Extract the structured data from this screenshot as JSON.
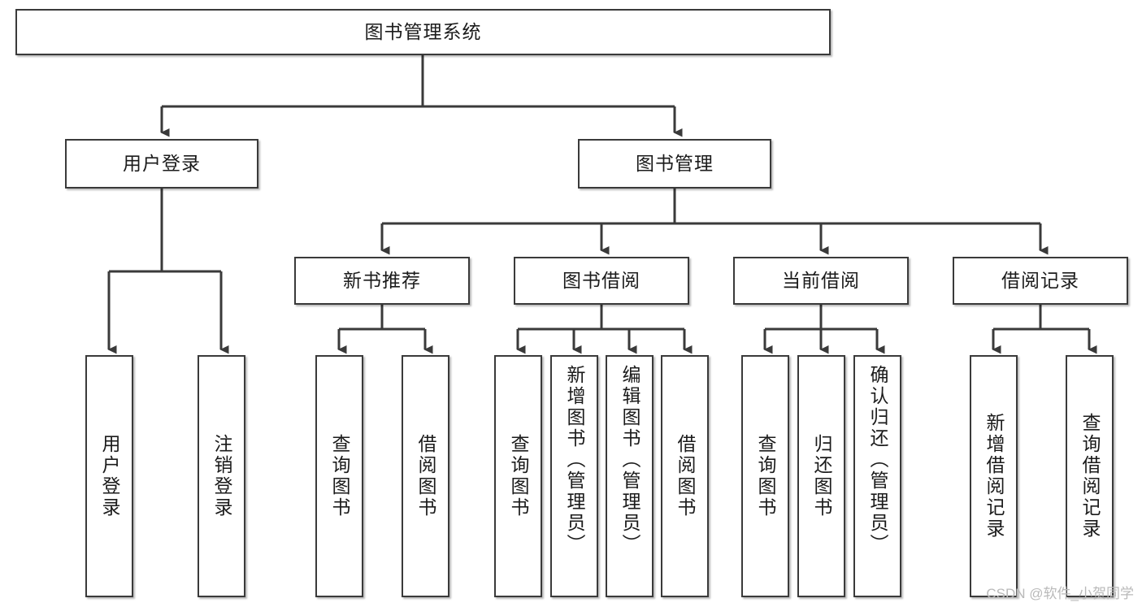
{
  "diagram": {
    "type": "tree-hierarchy",
    "title": "图书管理系统",
    "watermark": "CSDN @软件_小贺同学",
    "colors": {
      "box_border": "#3a3a3a",
      "box_fill": "#ffffff",
      "edge": "#3a3a3a",
      "text": "#1b1b1b",
      "watermark": "#b9b9b9"
    },
    "levels": {
      "root": "图书管理系统",
      "level2": [
        "用户登录",
        "图书管理"
      ],
      "level3": [
        "新书推荐",
        "图书借阅",
        "当前借阅",
        "借阅记录"
      ]
    },
    "nodes": {
      "root": {
        "label": "图书管理系统"
      },
      "login": {
        "label": "用户登录"
      },
      "book_mgmt": {
        "label": "图书管理"
      },
      "new_book_rec": {
        "label": "新书推荐"
      },
      "book_borrow": {
        "label": "图书借阅"
      },
      "current_borrow": {
        "label": "当前借阅"
      },
      "borrow_record": {
        "label": "借阅记录"
      },
      "leaf_login_1": {
        "label": "用户登录"
      },
      "leaf_login_2": {
        "label": "注销登录"
      },
      "leaf_rec_1": {
        "label": "查询图书"
      },
      "leaf_rec_2": {
        "label": "借阅图书"
      },
      "leaf_borrow_1": {
        "label": "查询图书"
      },
      "leaf_borrow_2": {
        "label": "新增图书（管理员）"
      },
      "leaf_borrow_3": {
        "label": "编辑图书（管理员）"
      },
      "leaf_borrow_4": {
        "label": "借阅图书"
      },
      "leaf_cur_1": {
        "label": "查询图书"
      },
      "leaf_cur_2": {
        "label": "归还图书"
      },
      "leaf_cur_3": {
        "label": "确认归还（管理员）"
      },
      "leaf_log_1": {
        "label": "新增借阅记录"
      },
      "leaf_log_2": {
        "label": "查询借阅记录"
      }
    }
  }
}
